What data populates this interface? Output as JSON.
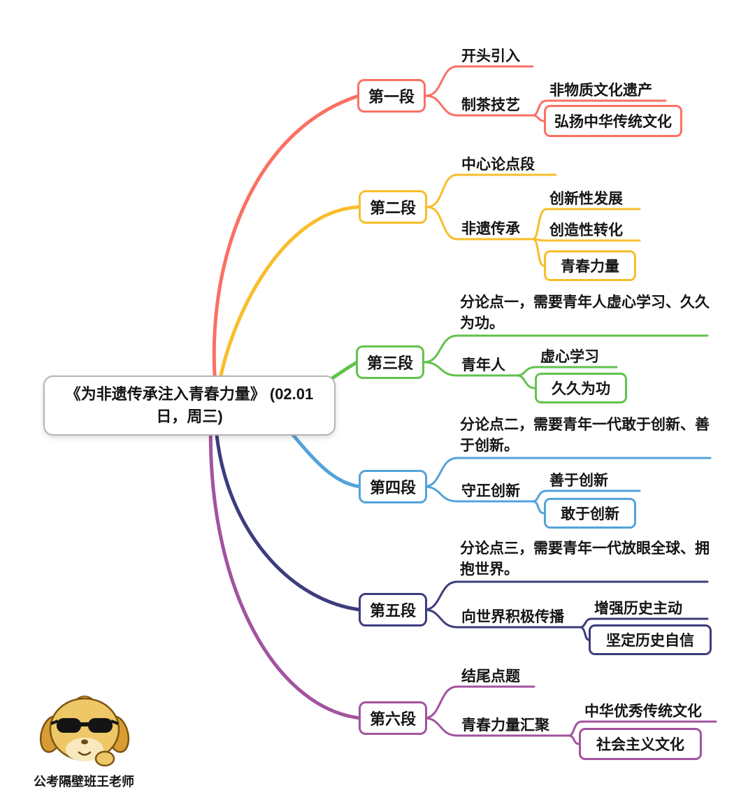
{
  "root": {
    "label": "《为非遗传承注入青春力量》 (02.01日，周三)"
  },
  "watermark": "公考隔壁班王老师",
  "colors": {
    "branch1": "#fa7064",
    "branch2": "#f9bd2b",
    "branch3": "#62c24e",
    "branch4": "#53a3db",
    "bran5": "#3d3c7e",
    "branch6": "#a2539f",
    "center_border": "#b4b4b4",
    "text": "#141414"
  },
  "branches": [
    {
      "label": "第一段",
      "children": [
        {
          "label": "开头引入"
        },
        {
          "label": "制茶技艺",
          "children": [
            {
              "label": "非物质文化遗产"
            },
            {
              "label": "弘扬中华传统文化"
            }
          ]
        }
      ]
    },
    {
      "label": "第二段",
      "children": [
        {
          "label": "中心论点段"
        },
        {
          "label": "非遗传承",
          "children": [
            {
              "label": "创新性发展"
            },
            {
              "label": "创造性转化"
            },
            {
              "label": "青春力量"
            }
          ]
        }
      ]
    },
    {
      "label": "第三段",
      "children": [
        {
          "label": "分论点一，需要青年人虚心学习、久久为功。"
        },
        {
          "label": "青年人",
          "children": [
            {
              "label": "虚心学习"
            },
            {
              "label": "久久为功"
            }
          ]
        }
      ]
    },
    {
      "label": "第四段",
      "children": [
        {
          "label": "分论点二，需要青年一代敢于创新、善于创新。"
        },
        {
          "label": "守正创新",
          "children": [
            {
              "label": "善于创新"
            },
            {
              "label": "敢于创新"
            }
          ]
        }
      ]
    },
    {
      "label": "第五段",
      "children": [
        {
          "label": "分论点三，需要青年一代放眼全球、拥抱世界。"
        },
        {
          "label": "向世界积极传播",
          "children": [
            {
              "label": "增强历史主动"
            },
            {
              "label": "坚定历史自信"
            }
          ]
        }
      ]
    },
    {
      "label": "第六段",
      "children": [
        {
          "label": "结尾点题"
        },
        {
          "label": "青春力量汇聚",
          "children": [
            {
              "label": "中华优秀传统文化"
            },
            {
              "label": "社会主义文化"
            }
          ]
        }
      ]
    }
  ]
}
